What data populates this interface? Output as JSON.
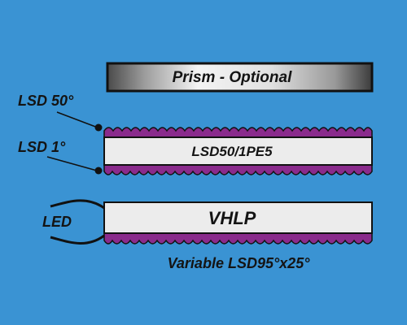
{
  "diagram": {
    "prism_label": "Prism - Optional",
    "callout_top": "LSD 50°",
    "callout_bottom": "LSD 1°",
    "middle_film_label": "LSD50/1PE5",
    "light_source_label": "LED",
    "bottom_film_label": "VHLP",
    "caption": "Variable LSD95°x25°"
  },
  "colors": {
    "background": "#3a93d3",
    "diffuser_purple": "#8a2b8c",
    "panel": "#ececec",
    "outline": "#111111"
  }
}
